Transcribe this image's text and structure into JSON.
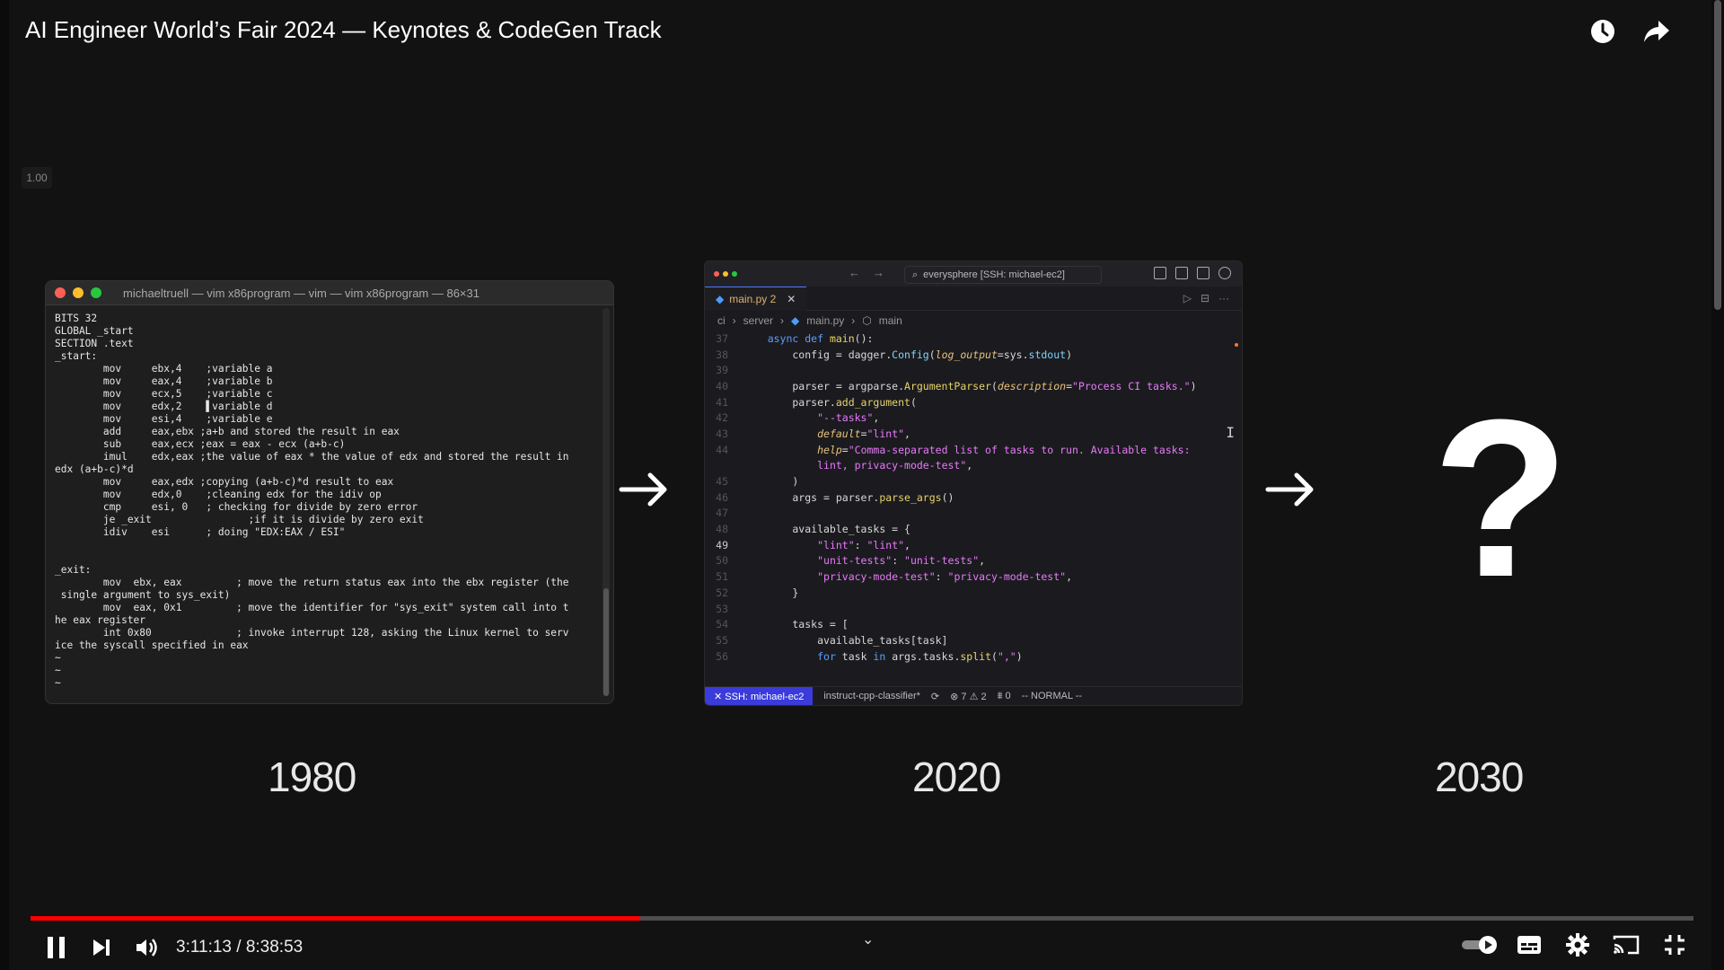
{
  "player": {
    "title": "AI Engineer World’s Fair 2024 — Keynotes & CodeGen Track",
    "speed_badge": "1.00",
    "current_time": "3:11:13",
    "separator": " / ",
    "duration": "8:38:53",
    "progress_fraction": 0.3668,
    "loaded_fraction": 0.3668,
    "top_icons": [
      "watch-later-icon",
      "share-icon"
    ],
    "left_icons": [
      "pause-icon",
      "next-icon",
      "volume-icon"
    ],
    "right_icons": [
      "autoplay-toggle",
      "subtitles-icon",
      "settings-icon",
      "cast-icon",
      "exit-fullscreen-icon"
    ],
    "chevron": "⌄"
  },
  "slide": {
    "years": [
      "1980",
      "2020",
      "2030"
    ],
    "question_mark": "?",
    "terminal": {
      "title": "michaeltruell — vim x86program — vim — vim x86program — 86×31",
      "lines": [
        "BITS 32",
        "GLOBAL _start",
        "SECTION .text",
        "_start:",
        "        mov     ebx,4    ;variable a",
        "        mov     eax,4    ;variable b",
        "        mov     ecx,5    ;variable c",
        "        mov     edx,2    ▌variable d",
        "        mov     esi,4    ;variable e",
        "        add     eax,ebx ;a+b and stored the result in eax",
        "        sub     eax,ecx ;eax = eax - ecx (a+b-c)",
        "        imul    edx,eax ;the value of eax * the value of edx and stored the result in",
        "edx (a+b-c)*d",
        "        mov     eax,edx ;copying (a+b-c)*d result to eax",
        "        mov     edx,0    ;cleaning edx for the idiv op",
        "        cmp     esi, 0   ; checking for divide by zero error",
        "        je _exit                ;if it is divide by zero exit",
        "        idiv    esi      ; doing \"EDX:EAX / ESI\"",
        "",
        "",
        "_exit:",
        "        mov  ebx, eax         ; move the return status eax into the ebx register (the",
        " single argument to sys_exit)",
        "        mov  eax, 0x1         ; move the identifier for \"sys_exit\" system call into t",
        "he eax register",
        "        int 0x80              ; invoke interrupt 128, asking the Linux kernel to serv",
        "ice the syscall specified in eax",
        "~",
        "~",
        "~"
      ]
    },
    "vscode": {
      "search": "everysphere [SSH: michael-ec2]",
      "tab_label": "main.py 2",
      "tab_close": "✕",
      "breadcrumb": [
        "ci",
        "server",
        "main.py",
        "main"
      ],
      "active_line": "49",
      "code": [
        {
          "ln": "37",
          "html": "    <span class='kw'>async def</span> <span class='fn'>main</span>():"
        },
        {
          "ln": "38",
          "html": "        config = dagger.<span class='cl'>Config</span>(<span class='it'>log_output</span>=sys.<span class='cl'>stdout</span>)"
        },
        {
          "ln": "39",
          "html": ""
        },
        {
          "ln": "40",
          "html": "        parser = argparse.<span class='fn'>ArgumentParser</span>(<span class='it'>description</span>=<span class='st'>\"Process CI tasks.\"</span>)"
        },
        {
          "ln": "41",
          "html": "        parser.<span class='fn'>add_argument</span>("
        },
        {
          "ln": "42",
          "html": "            <span class='st'>\"--tasks\"</span>,"
        },
        {
          "ln": "43",
          "html": "            <span class='it'>default</span>=<span class='st'>\"lint\"</span>,"
        },
        {
          "ln": "44",
          "html": "            <span class='it'>help</span>=<span class='st'>\"Comma-separated list of tasks to run. Available tasks:</span>"
        },
        {
          "ln": "",
          "html": "            <span class='st'>lint, privacy-mode-test\"</span>,"
        },
        {
          "ln": "45",
          "html": "        )"
        },
        {
          "ln": "46",
          "html": "        args = parser.<span class='fn'>parse_args</span>()"
        },
        {
          "ln": "47",
          "html": ""
        },
        {
          "ln": "48",
          "html": "        available_tasks = {"
        },
        {
          "ln": "49",
          "html": "            <span class='st'>\"lint\"</span>: <span class='st'>\"lint\"</span>,"
        },
        {
          "ln": "50",
          "html": "            <span class='st'>\"unit-tests\"</span>: <span class='st'>\"unit-tests\"</span>,"
        },
        {
          "ln": "51",
          "html": "            <span class='st'>\"privacy-mode-test\"</span>: <span class='st'>\"privacy-mode-test\"</span>,"
        },
        {
          "ln": "52",
          "html": "        }"
        },
        {
          "ln": "53",
          "html": ""
        },
        {
          "ln": "54",
          "html": "        tasks = ["
        },
        {
          "ln": "55",
          "html": "            available_tasks[task]"
        },
        {
          "ln": "56",
          "html": "            <span class='kw'>for</span> task <span class='kw'>in</span> args.tasks.<span class='fn'>split</span>(<span class='st'>\",\"</span>)"
        }
      ],
      "status": {
        "remote": "✕ SSH: michael-ec2",
        "branch": "instruct-cpp-classifier*",
        "sync": "⟳",
        "problems": "⊗ 7  ⚠ 2",
        "ports": "⩩ 0",
        "mode": "-- NORMAL --"
      }
    }
  },
  "colors": {
    "progress_played": "#ff0000",
    "vscode_remote": "#3b3bdb"
  }
}
